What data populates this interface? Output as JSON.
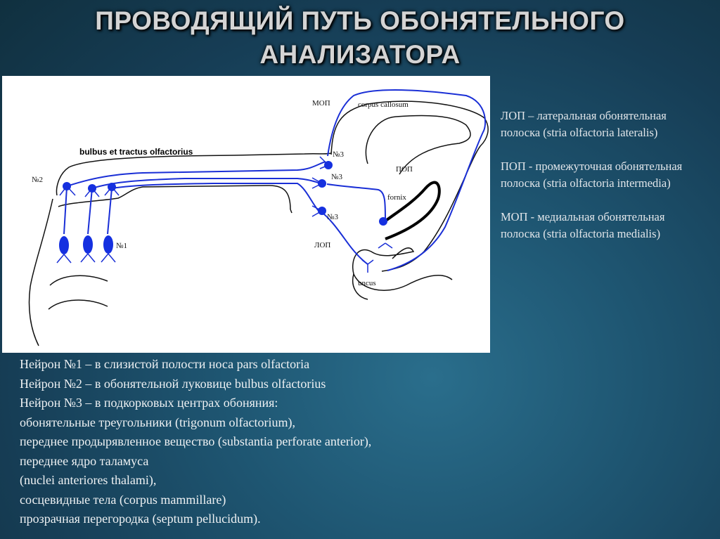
{
  "title": {
    "line1": "ПРОВОДЯЩИЙ ПУТЬ ОБОНЯТЕЛЬНОГО",
    "line2": "АНАЛИЗАТОРА"
  },
  "diagram": {
    "labels": {
      "bulbus": "bulbus et tractus olfactorius",
      "neuron2": "№2",
      "neuron1": "№1",
      "neuron3_top": "№3",
      "neuron3_mid": "№3",
      "neuron3_bottom": "№3",
      "mop": "МОП",
      "pop": "ПОП",
      "lop": "ЛОП",
      "corpus_callosum": "corpus callosum",
      "fornix": "fornix",
      "uncus": "uncus"
    },
    "colors": {
      "pathway": "#1a2fd6",
      "neuron_body": "#1530e0",
      "outline": "#111111"
    }
  },
  "legend": [
    "ЛОП – латеральная обонятельная\nполоска (stria olfactoria lateralis)",
    "ПОП - промежуточная обонятельная\nполоска  (stria olfactoria intermedia)",
    "МОП - медиальная обонятельная\nполоска (stria olfactoria medialis)"
  ],
  "neurons_text": [
    "Нейрон №1 – в слизистой полости носа pars olfactoria",
    "Нейрон №2 – в обонятельной луковице bulbus olfactorius",
    "Нейрон №3 – в подкорковых центрах обоняния:",
    "обонятельные треугольники (trigonum olfactorium),",
    "переднее продырявленное вещество (substantia perforate anterior),",
    "переднее ядро таламуса",
    "(nuclei anteriores thalami),",
    "сосцевидные тела (corpus mammillare)",
    "прозрачная перегородка (septum pellucidum)."
  ]
}
